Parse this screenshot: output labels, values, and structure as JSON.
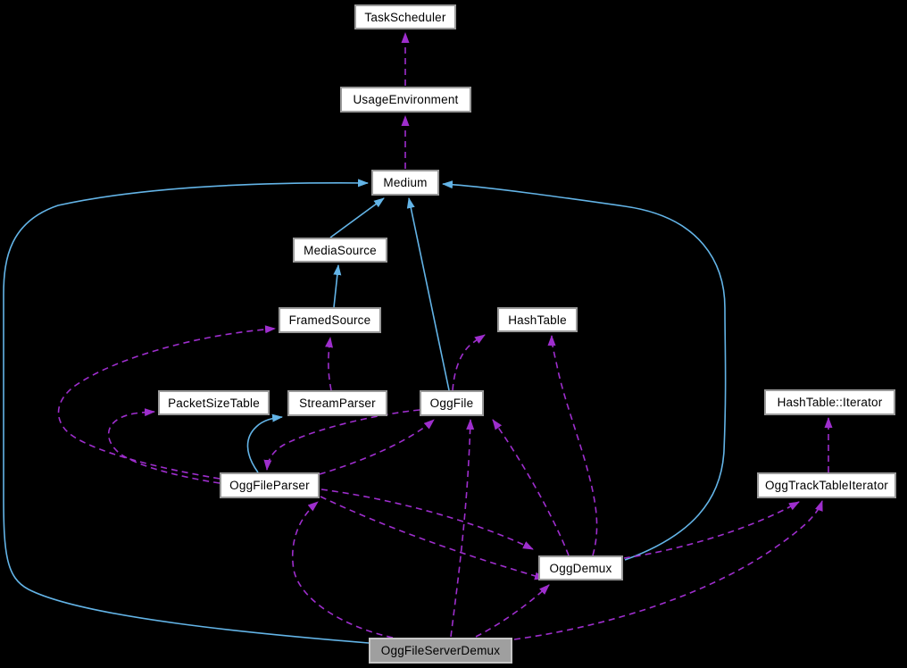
{
  "diagram": {
    "kind": "doxygen-collaboration-graph",
    "colors": {
      "background": "#000000",
      "node_fill": "#ffffff",
      "node_border": "#9a9a9a",
      "current_node_fill": "#9f9f9f",
      "current_node_border": "#c6c6c6",
      "inheritance_edge": "#63b4e7",
      "usage_edge": "#9e2ecd",
      "text": "#000000"
    },
    "nodes": [
      {
        "id": "TaskScheduler",
        "label": "TaskScheduler",
        "current": false
      },
      {
        "id": "UsageEnvironment",
        "label": "UsageEnvironment",
        "current": false
      },
      {
        "id": "Medium",
        "label": "Medium",
        "current": false
      },
      {
        "id": "MediaSource",
        "label": "MediaSource",
        "current": false
      },
      {
        "id": "FramedSource",
        "label": "FramedSource",
        "current": false
      },
      {
        "id": "StreamParser",
        "label": "StreamParser",
        "current": false
      },
      {
        "id": "OggFile",
        "label": "OggFile",
        "current": false
      },
      {
        "id": "HashTable",
        "label": "HashTable",
        "current": false
      },
      {
        "id": "PacketSizeTable",
        "label": "PacketSizeTable",
        "current": false
      },
      {
        "id": "OggFileParser",
        "label": "OggFileParser",
        "current": false
      },
      {
        "id": "HashTableIterator",
        "label": "HashTable::Iterator",
        "current": false
      },
      {
        "id": "OggTrackTableIterator",
        "label": "OggTrackTableIterator",
        "current": false
      },
      {
        "id": "OggDemux",
        "label": "OggDemux",
        "current": false
      },
      {
        "id": "OggFileServerDemux",
        "label": "OggFileServerDemux",
        "current": true
      }
    ],
    "edges": [
      {
        "from": "MediaSource",
        "to": "Medium",
        "relation": "inheritance"
      },
      {
        "from": "OggFile",
        "to": "Medium",
        "relation": "inheritance"
      },
      {
        "from": "FramedSource",
        "to": "MediaSource",
        "relation": "inheritance"
      },
      {
        "from": "OggFileParser",
        "to": "StreamParser",
        "relation": "inheritance"
      },
      {
        "from": "OggDemux",
        "to": "Medium",
        "relation": "inheritance"
      },
      {
        "from": "OggFileServerDemux",
        "to": "Medium",
        "relation": "inheritance"
      },
      {
        "from": "UsageEnvironment",
        "to": "TaskScheduler",
        "relation": "usage"
      },
      {
        "from": "Medium",
        "to": "UsageEnvironment",
        "relation": "usage"
      },
      {
        "from": "StreamParser",
        "to": "FramedSource",
        "relation": "usage"
      },
      {
        "from": "OggFile",
        "to": "HashTable",
        "relation": "usage"
      },
      {
        "from": "OggDemux",
        "to": "HashTable",
        "relation": "usage"
      },
      {
        "from": "OggFile",
        "to": "OggFileParser",
        "relation": "usage"
      },
      {
        "from": "OggFileParser",
        "to": "OggFile",
        "relation": "usage"
      },
      {
        "from": "OggFileServerDemux",
        "to": "OggFile",
        "relation": "usage"
      },
      {
        "from": "OggDemux",
        "to": "OggFile",
        "relation": "usage"
      },
      {
        "from": "OggDemux",
        "to": "OggTrackTableIterator",
        "relation": "usage"
      },
      {
        "from": "OggFileServerDemux",
        "to": "OggTrackTableIterator",
        "relation": "usage"
      },
      {
        "from": "OggTrackTableIterator",
        "to": "HashTableIterator",
        "relation": "usage"
      },
      {
        "from": "OggFileParser",
        "to": "OggDemux",
        "relation": "usage"
      },
      {
        "from": "OggFileParser",
        "to": "OggDemux",
        "relation": "usage"
      },
      {
        "from": "OggFileServerDemux",
        "to": "OggDemux",
        "relation": "usage"
      },
      {
        "from": "OggFileServerDemux",
        "to": "OggFileParser",
        "relation": "usage"
      },
      {
        "from": "OggFileParser",
        "to": "PacketSizeTable",
        "relation": "usage"
      },
      {
        "from": "OggFileParser",
        "to": "FramedSource",
        "relation": "usage"
      }
    ]
  }
}
